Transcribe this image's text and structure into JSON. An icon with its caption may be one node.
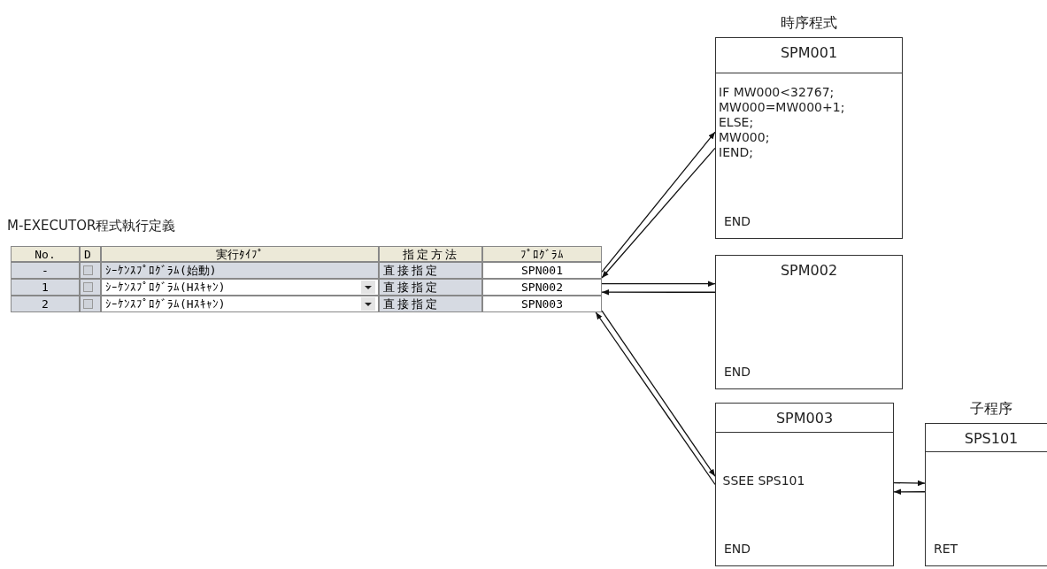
{
  "diagram": {
    "nodes": [
      {
        "text": [
          "M-EXECUTOR程式執行定義"
        ]
      },
      {
        "text": [
          "SPN001"
        ],
        "in": 0
      },
      {
        "text": [
          "SPN002"
        ],
        "in": 0
      },
      {
        "text": [
          "SPN003"
        ],
        "in": 0
      },
      {
        "text": [
          "時序程式",
          "SPM001",
          "IF MW000<32767; MW000=MW000+1; ELSE; MW000; IEND;",
          "END"
        ]
      },
      {
        "text": [
          "SPM002",
          "END"
        ]
      },
      {
        "text": [
          "SPM003",
          "SSEE SPS101",
          "END"
        ]
      },
      {
        "text": [
          "子程序",
          "SPS101",
          "RET"
        ]
      }
    ],
    "edges": [
      {
        "from": 1,
        "to": 4,
        "arrow": "to"
      },
      {
        "from": 4,
        "to": 1,
        "arrow": "to"
      },
      {
        "from": 2,
        "to": 5,
        "arrow": "to"
      },
      {
        "from": 5,
        "to": 2,
        "arrow": "to"
      },
      {
        "from": 3,
        "to": 6,
        "arrow": "to"
      },
      {
        "from": 6,
        "to": 3,
        "arrow": "to"
      },
      {
        "from": 6,
        "to": 7,
        "arrow": "to"
      },
      {
        "from": 7,
        "to": 6,
        "arrow": "to"
      }
    ],
    "labels": [
      "No.",
      "D",
      "実行ﾀｲﾌﾟ",
      "指定方法",
      "ﾌﾟﾛｸﾞﾗﾑ",
      "-",
      "ｼｰｹﾝｽﾌﾟﾛｸﾞﾗﾑ(始動)",
      "直接指定",
      "1",
      "ｼｰｹﾝｽﾌﾟﾛｸﾞﾗﾑ(Hｽｷｬﾝ)",
      "直接指定",
      "2",
      "ｼｰｹﾝｽﾌﾟﾛｸﾞﾗﾑ(Hｽｷｬﾝ)",
      "直接指定"
    ]
  }
}
